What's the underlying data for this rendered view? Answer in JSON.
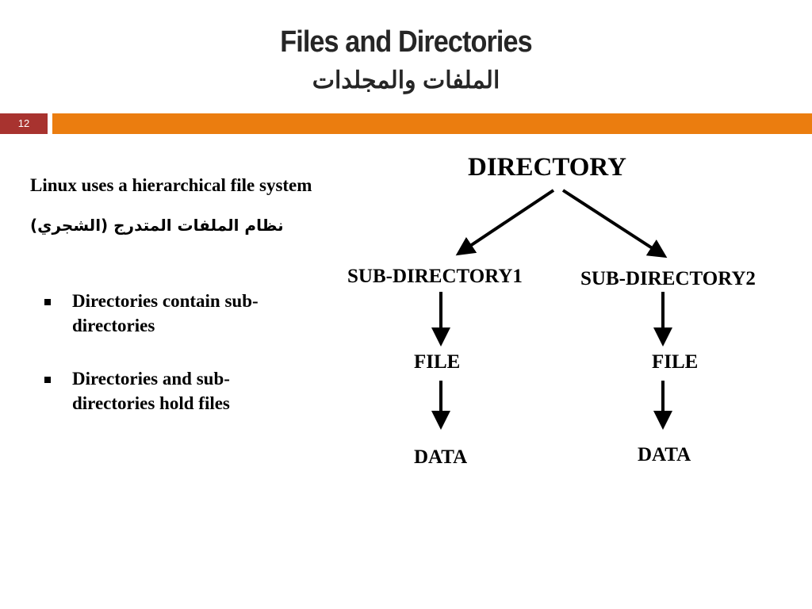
{
  "title": {
    "english": "Files and Directories",
    "arabic": "الملفات والمجلدات"
  },
  "slide_number": "12",
  "intro": {
    "english": "Linux uses a hierarchical file system",
    "arabic": "نظام الملفات المتدرج (الشجري)"
  },
  "bullets": [
    "Directories contain sub-directories",
    "Directories and sub-directories hold files"
  ],
  "diagram": {
    "root": "DIRECTORY",
    "sub1": "SUB-DIRECTORY1",
    "sub2": "SUB-DIRECTORY2",
    "file1": "FILE",
    "file2": "FILE",
    "data1": "DATA",
    "data2": "DATA"
  },
  "colors": {
    "band": "#eb7d0f",
    "slide_number_bg": "#a8332f",
    "title_text": "#262626"
  }
}
